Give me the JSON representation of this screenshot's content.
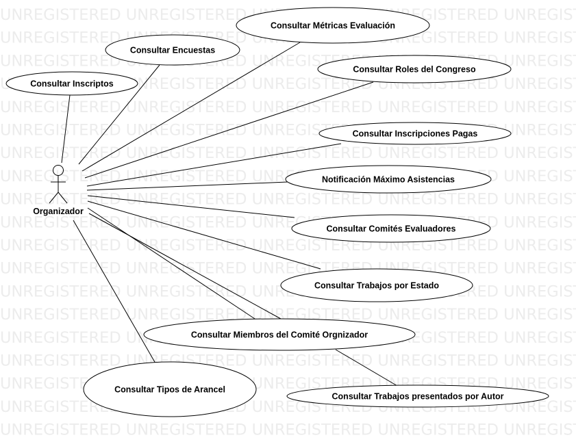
{
  "watermark_text": "UNREGISTERED UNREGISTERED UNREGISTERED UNREGISTERED UNREGISTERED",
  "actor": {
    "label": "Organizador"
  },
  "use_cases": [
    {
      "label": "Consultar Inscriptos"
    },
    {
      "label": "Consultar Encuestas"
    },
    {
      "label": "Consultar Métricas Evaluación"
    },
    {
      "label": "Consultar Roles del Congreso"
    },
    {
      "label": "Consultar Inscripciones Pagas"
    },
    {
      "label": "Notificación Máximo Asistencias"
    },
    {
      "label": "Consultar Comités Evaluadores"
    },
    {
      "label": "Consultar Trabajos por Estado"
    },
    {
      "label": "Consultar Miembros del Comité Orgnizador"
    },
    {
      "label": "Consultar Tipos de Arancel"
    },
    {
      "label": "Consultar Trabajos presentados por Autor"
    }
  ]
}
